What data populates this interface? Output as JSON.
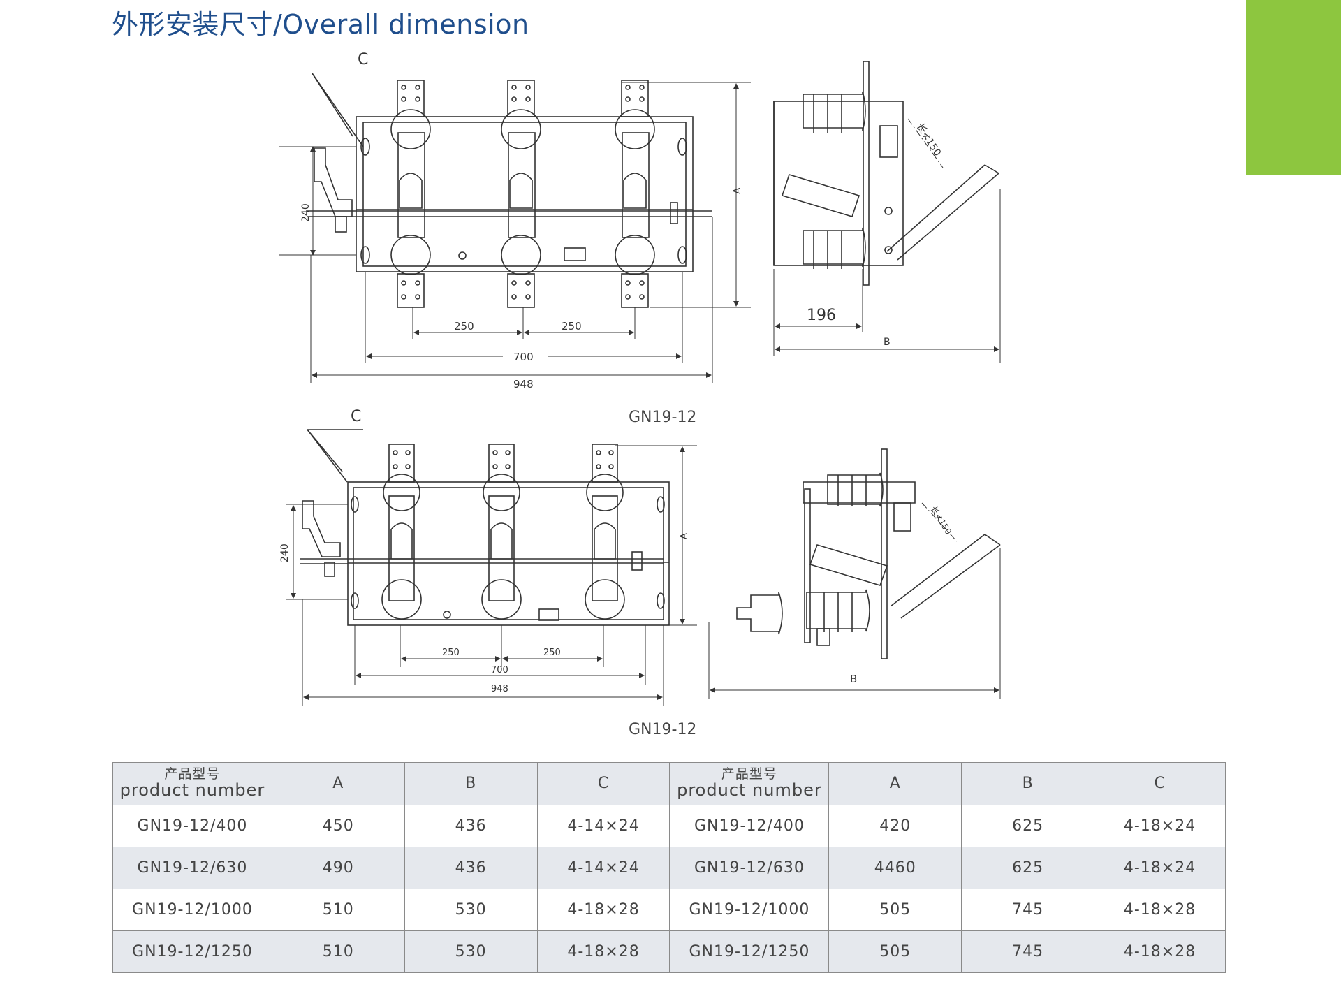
{
  "page": {
    "title": "外形安装尺寸/Overall dimension",
    "accent_color": "#8dc63f",
    "title_color": "#1f4e8c"
  },
  "drawing_top": {
    "front_label_c": "C",
    "height_dim": "240",
    "pitch_left": "250",
    "pitch_right": "250",
    "width_700": "700",
    "width_948": "948",
    "height_label": "A",
    "side_dim_196": "196",
    "side_label_b": "B",
    "side_note": "长≮150",
    "caption": "GN19-12"
  },
  "drawing_bottom": {
    "front_label_c": "C",
    "height_dim": "240",
    "pitch_left": "250",
    "pitch_right": "250",
    "width_700": "700",
    "width_948": "948",
    "height_label": "A",
    "side_label_b": "B",
    "side_note": "长≮150",
    "caption": "GN19-12"
  },
  "table": {
    "header": {
      "left_product_cn": "产品型号",
      "left_product_en": "product number",
      "left_a": "A",
      "left_b": "B",
      "left_c": "C",
      "right_product_cn": "产品型号",
      "right_product_en": "product number",
      "right_a": "A",
      "right_b": "B",
      "right_c": "C"
    },
    "rows": [
      [
        "GN19-12/400",
        "450",
        "436",
        "4-14×24",
        "GN19-12/400",
        "420",
        "625",
        "4-18×24"
      ],
      [
        "GN19-12/630",
        "490",
        "436",
        "4-14×24",
        "GN19-12/630",
        "4460",
        "625",
        "4-18×24"
      ],
      [
        "GN19-12/1000",
        "510",
        "530",
        "4-18×28",
        "GN19-12/1000",
        "505",
        "745",
        "4-18×28"
      ],
      [
        "GN19-12/1250",
        "510",
        "530",
        "4-18×28",
        "GN19-12/1250",
        "505",
        "745",
        "4-18×28"
      ]
    ]
  }
}
